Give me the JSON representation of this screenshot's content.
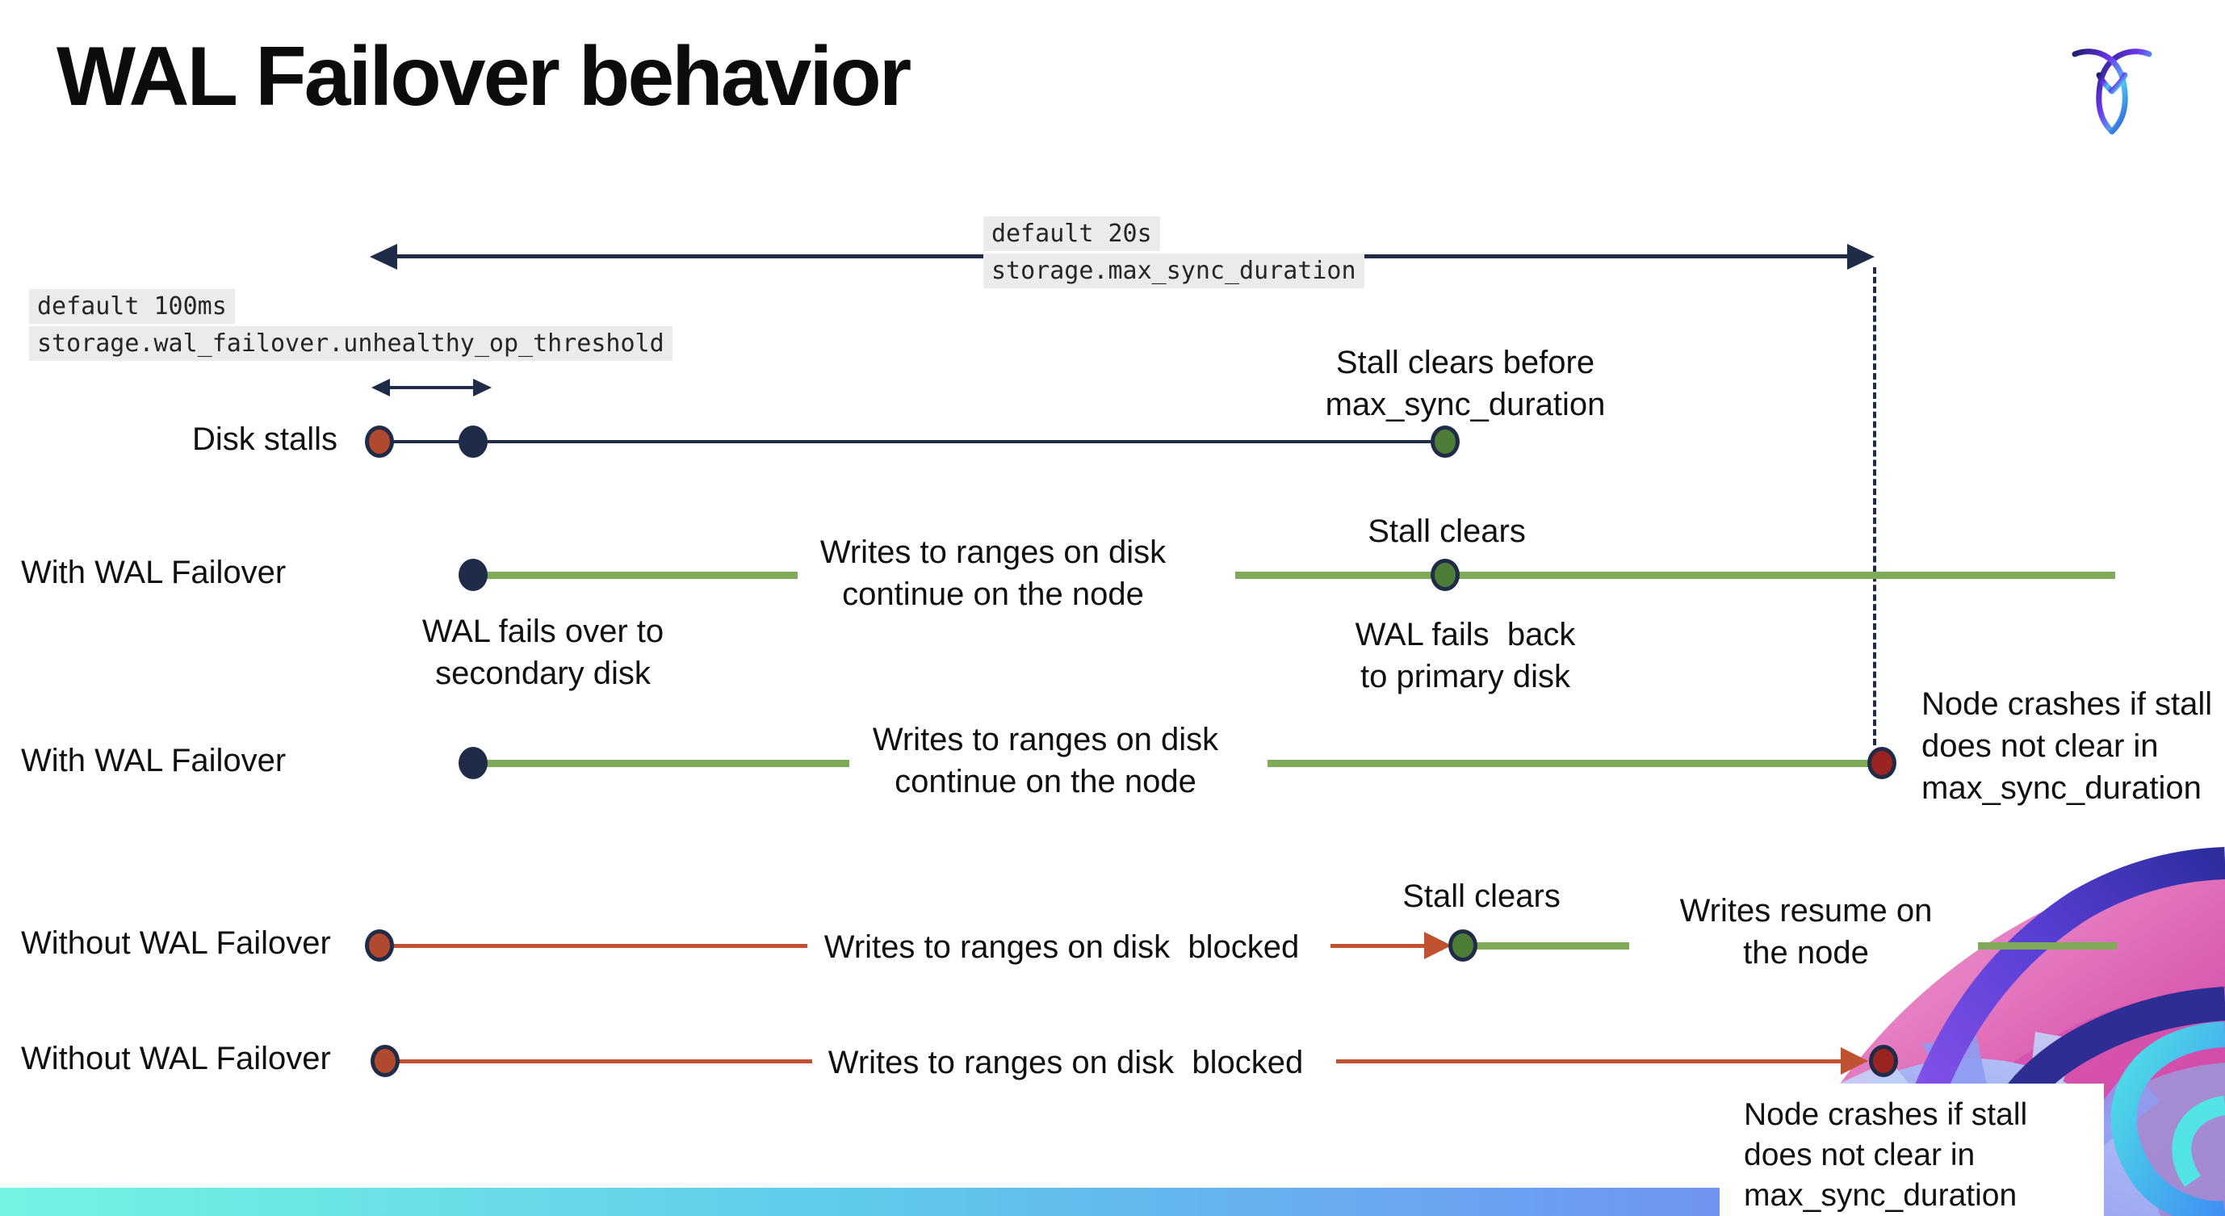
{
  "title": "WAL Failover behavior",
  "icons": {
    "logo": "cockroachdb-mark"
  },
  "colors": {
    "navy": "#1f2b47",
    "green_line": "#7faa58",
    "green_dot": "#4e7d37",
    "rust_dot": "#b1492e",
    "red_line": "#c05231",
    "dark_red_dot": "#9b2423",
    "code_bg": "#ebebeb",
    "footer_gradient": [
      "#74f4e1",
      "#5ecbeb",
      "#6d9bf1",
      "#7d74f0"
    ],
    "decoration_palette": [
      "#e07fc4",
      "#c23a9f",
      "#9a5cf2",
      "#3c2fb4",
      "#2e2d94",
      "#4fe0e6",
      "#a9b4f4"
    ]
  },
  "settings": {
    "max_sync_duration": {
      "default_label": "default 20s",
      "setting_name": "storage.max_sync_duration"
    },
    "unhealthy_op_threshold": {
      "default_label": "default 100ms",
      "setting_name": "storage.wal_failover.unhealthy_op_threshold"
    }
  },
  "row_labels": {
    "disk_stalls": "Disk stalls",
    "with_wal_1": "With WAL Failover",
    "with_wal_2": "With WAL Failover",
    "without_wal_1": "Without WAL Failover",
    "without_wal_2": "Without WAL Failover"
  },
  "annotations": {
    "stall_clears_before": {
      "l1": "Stall clears before",
      "l2": "max_sync_duration"
    },
    "stall_clears_r2": "Stall clears",
    "stall_clears_r4": "Stall clears",
    "wal_fails_over": {
      "l1": "WAL fails over to",
      "l2": "secondary disk"
    },
    "wal_fails_back": {
      "l1": "WAL fails  back",
      "l2": "to primary disk"
    },
    "writes_continue_r2": {
      "l1": "Writes to ranges on disk",
      "l2": "continue on the node"
    },
    "writes_continue_r3": {
      "l1": "Writes to ranges on disk",
      "l2": "continue on the node"
    },
    "writes_blocked_r4": "Writes to ranges on disk  blocked",
    "writes_blocked_r5": "Writes to ranges on disk  blocked",
    "writes_resume": {
      "l1": "Writes resume on",
      "l2": "the node"
    },
    "node_crashes_r3": {
      "l1": "Node crashes if stall",
      "l2": "does not clear in",
      "l3": "max_sync_duration"
    },
    "node_crashes_r5": {
      "l1": "Node crashes if stall",
      "l2": "does not clear in",
      "l3": "max_sync_duration"
    }
  }
}
